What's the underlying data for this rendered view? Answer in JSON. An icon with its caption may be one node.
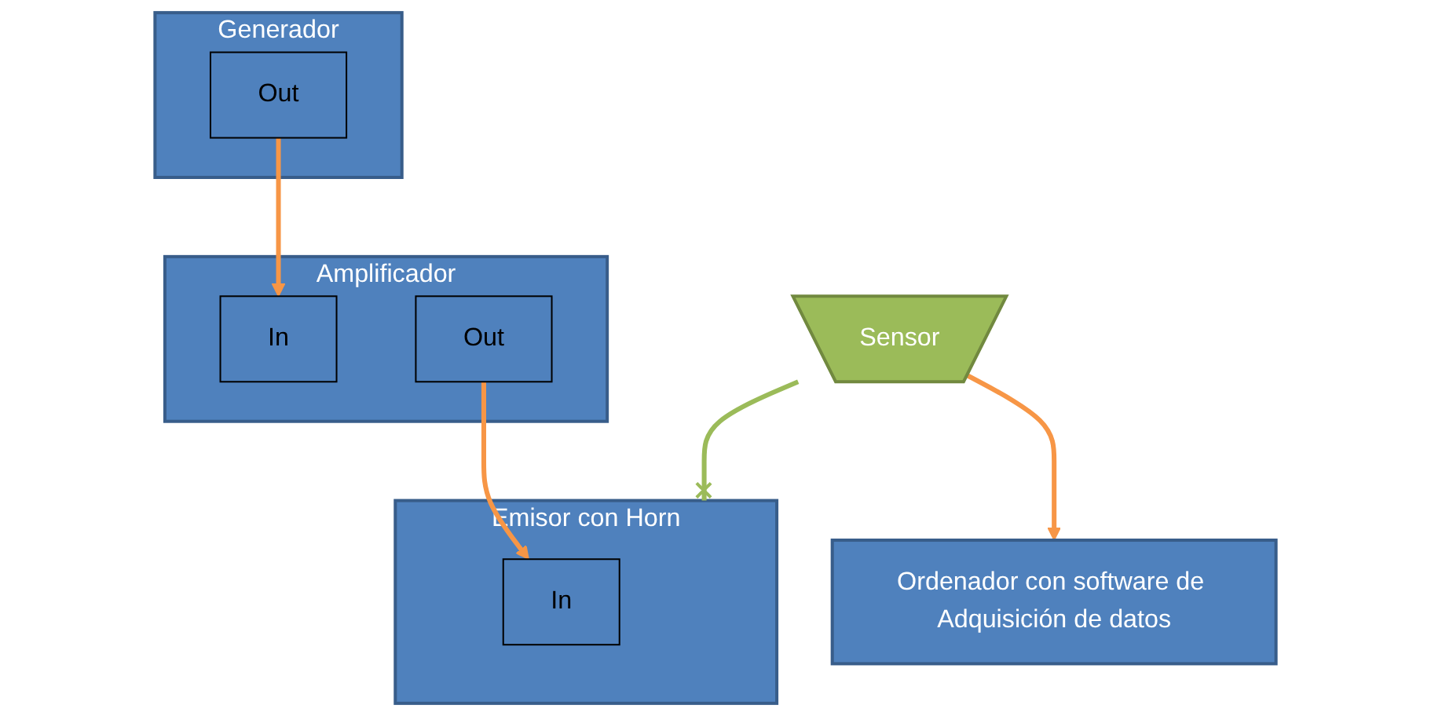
{
  "diagram": {
    "nodes": [
      {
        "text": [
          "Emisor con Horn"
        ]
      },
      {
        "text": [
          "In"
        ],
        "in": 0
      },
      {
        "text": [
          "Amplificador"
        ]
      },
      {
        "text": [
          "In"
        ],
        "in": 2
      },
      {
        "text": [
          "Out"
        ],
        "in": 2
      },
      {
        "text": [
          "Generador"
        ]
      },
      {
        "text": [
          "Out"
        ],
        "in": 5
      },
      {
        "text": [
          "Sensor"
        ]
      },
      {
        "text": [
          "Ordenador con software de Adquisición de datos"
        ]
      }
    ],
    "edges": [
      {
        "from": 7,
        "to": 0,
        "arrow": "other",
        "color": "#9bbb59"
      },
      {
        "from": 7,
        "to": 8,
        "arrow": "to"
      },
      {
        "from": 4,
        "to": 1,
        "arrow": "to"
      },
      {
        "from": 6,
        "to": 3,
        "arrow": "to"
      }
    ]
  }
}
